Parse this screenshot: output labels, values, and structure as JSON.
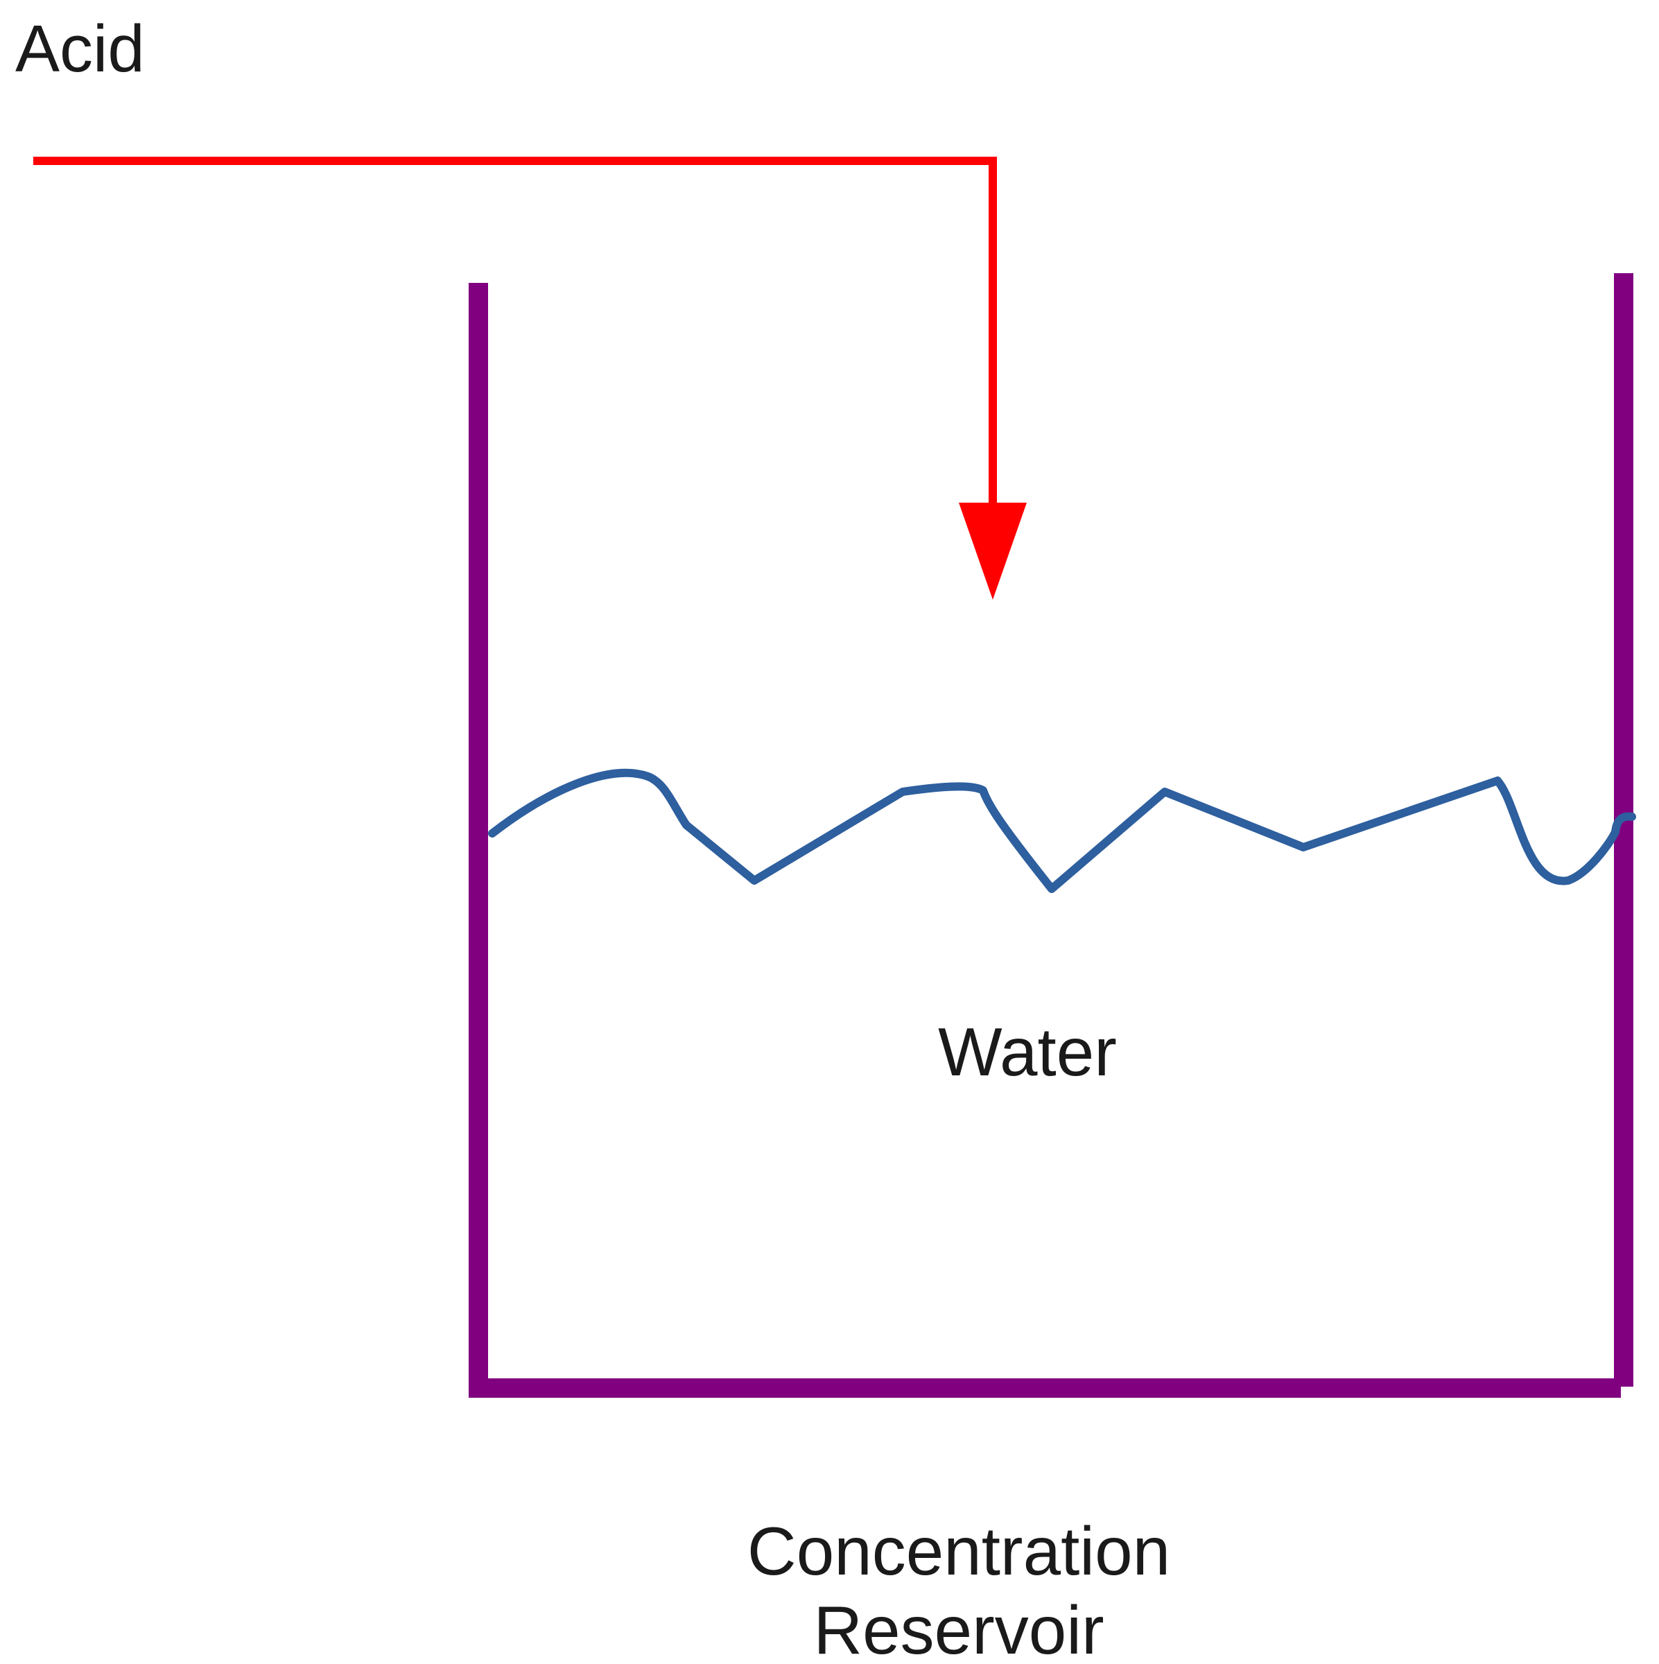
{
  "labels": {
    "acid": "Acid",
    "water": "Water",
    "reservoir_line1": "Concentration",
    "reservoir_line2": "Reservoir"
  },
  "colors": {
    "acid_arrow": "#ff0000",
    "container": "#800080",
    "water_surface": "#2e5f9e",
    "text": "#1a1a1a",
    "background": "#ffffff"
  }
}
